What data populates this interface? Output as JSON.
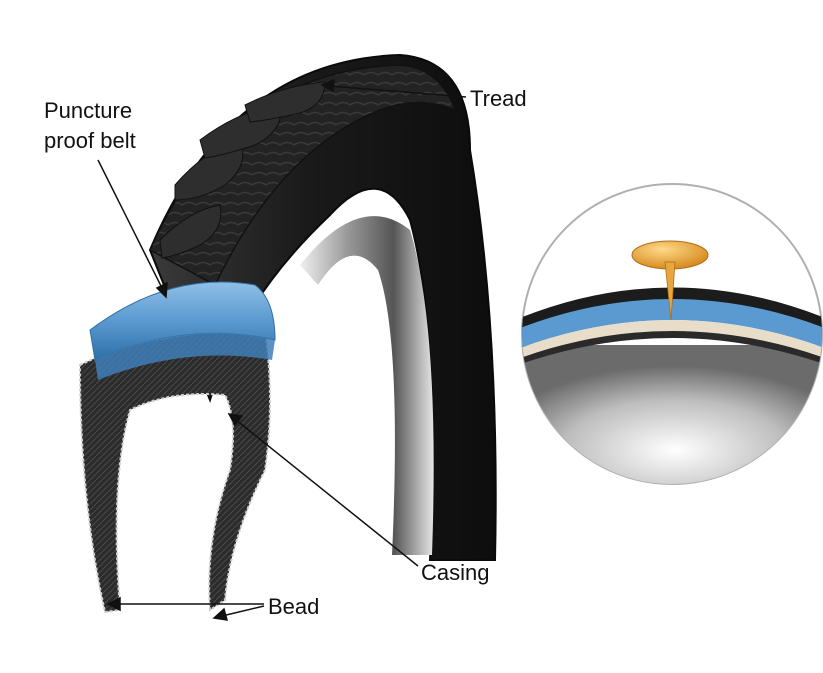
{
  "labels": {
    "puncture_line1": "Puncture",
    "puncture_line2": "proof belt",
    "tread": "Tread",
    "casing": "Casing",
    "bead": "Bead"
  },
  "colors": {
    "tire_dark": "#1f1f1f",
    "tread_block": "#2c2c2c",
    "belt_blue": "#4f8fc6",
    "belt_blue_light": "#8fbfe6",
    "thorn_gold": "#e8a640",
    "rim_silver": "#c9c9c9",
    "callout_stroke": "#111111"
  },
  "icons": {
    "arrow": "arrowhead",
    "inset": "thorn-puncture-detail"
  }
}
